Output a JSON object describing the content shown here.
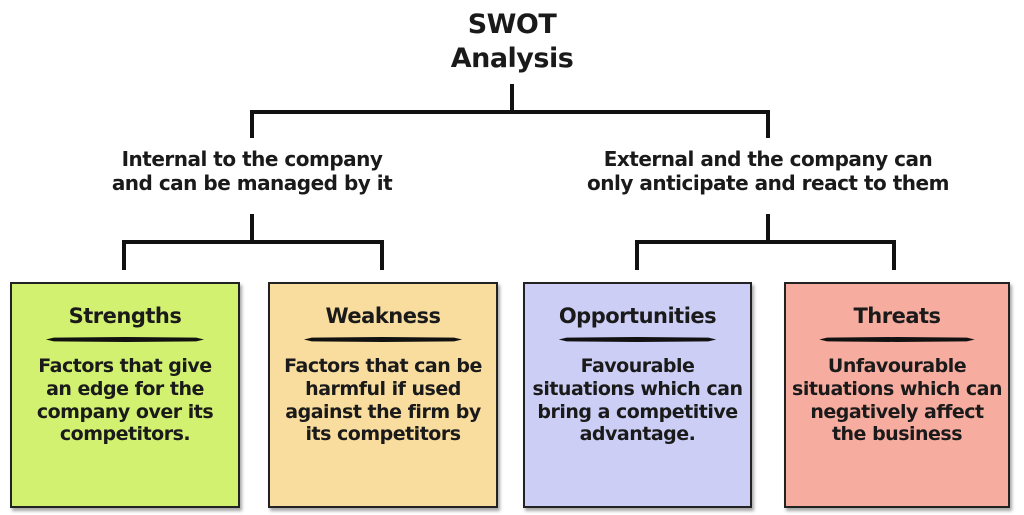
{
  "title": "SWOT\nAnalysis",
  "colors": {
    "connector": "#111111",
    "text": "#1a1a1a",
    "strengths_bg": "#d3f170",
    "weakness_bg": "#f8dd9f",
    "opportunities_bg": "#cccef5",
    "threats_bg": "#f6ac9f"
  },
  "branches": [
    {
      "label": "Internal to the company\nand can be managed by it",
      "boxes": [
        {
          "title": "Strengths",
          "description": "Factors that give\nan edge for the\ncompany over its\ncompetitors.",
          "color": "#d3f170"
        },
        {
          "title": "Weakness",
          "description": "Factors that can be\nharmful if used\nagainst the firm by\nits competitors",
          "color": "#f8dd9f"
        }
      ]
    },
    {
      "label": "External and the company can\nonly anticipate and react to them",
      "boxes": [
        {
          "title": "Opportunities",
          "description": "Favourable\nsituations which can\nbring a competitive\nadvantage.",
          "color": "#cccef5"
        },
        {
          "title": "Threats",
          "description": "Unfavourable\nsituations which can\nnegatively affect\nthe business",
          "color": "#f6ac9f"
        }
      ]
    }
  ]
}
